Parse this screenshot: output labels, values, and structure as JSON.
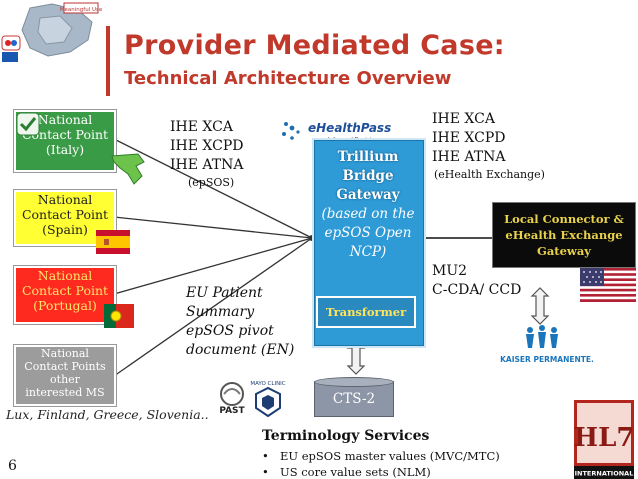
{
  "slide": {
    "title": "Provider Mediated Case:",
    "subtitle": "Technical Architecture Overview",
    "page_number": "6"
  },
  "ncp_nodes": {
    "italy": [
      "National",
      "Contact Point",
      "(Italy)"
    ],
    "spain": [
      "National",
      "Contact Point",
      "(Spain)"
    ],
    "portugal": [
      "National",
      "Contact Point",
      "(Portugal)"
    ],
    "other": [
      "National",
      "Contact Points",
      "other",
      "interested MS"
    ]
  },
  "other_countries_note": "Lux, Finland, Greece, Slovenia..",
  "gateway": {
    "name_lines": [
      "Trillium",
      "Bridge",
      "Gateway"
    ],
    "detail_lines": [
      "(based on the",
      "epSOS Open",
      "NCP)"
    ],
    "transformer_label": "Transformer"
  },
  "cts_label": "CTS-2",
  "left_protocols": {
    "lines": [
      "IHE XCA",
      "IHE XCPD",
      "IHE ATNA"
    ],
    "note": "(epSOS)"
  },
  "right_protocols": {
    "lines": [
      "IHE XCA",
      "IHE XCPD",
      "IHE ATNA"
    ],
    "note": "(eHealth Exchange)"
  },
  "mu2_lines": [
    "MU2",
    "C-CDA/ CCD"
  ],
  "eu_summary_lines": [
    "EU Patient",
    "Summary",
    "epSOS pivot",
    "document (EN)"
  ],
  "local_connector_lines": [
    "Local Connector &",
    "eHealth Exchange",
    "Gateway"
  ],
  "terminology": {
    "title": "Terminology Services",
    "items": [
      "EU epSOS master values (MVC/MTC)",
      "US core value sets (NLM)"
    ]
  },
  "logos": {
    "ehealthpass": "eHealthPass",
    "ehealthpass_tag": "Informed Decisions",
    "kaiser": "KAISER PERMANENTE.",
    "mayo": "MAYO CLINIC",
    "hl7": "HL7",
    "hl7_tag": "INTERNATIONAL",
    "past": "PAST"
  },
  "colors": {
    "title": "#c0392b",
    "gateway": "#2e9ad6",
    "italy": "#3a9b47",
    "spain": "#ffff33",
    "portugal": "#ff2a1f",
    "other": "#9c9c9c",
    "connector": "#0b0b0b"
  }
}
